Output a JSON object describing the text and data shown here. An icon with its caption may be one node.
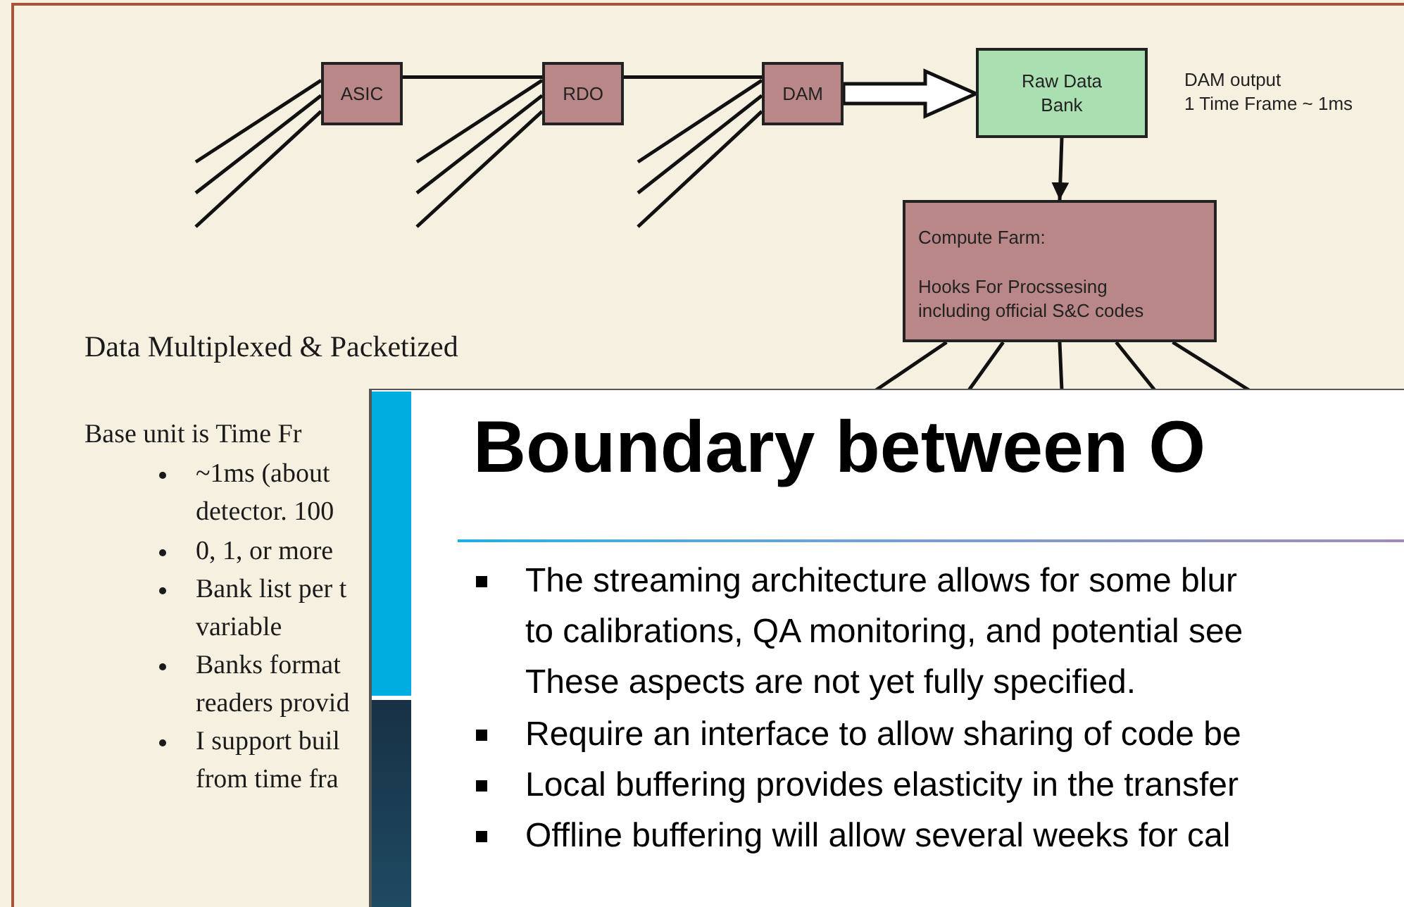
{
  "diagram": {
    "nodes": [
      {
        "text": [
          "ASIC"
        ]
      },
      {
        "text": [
          "RDO"
        ]
      },
      {
        "text": [
          "DAM"
        ]
      },
      {
        "text": [
          "Raw Data Bank"
        ],
        "beside": [
          "DAM output",
          "1 Time Frame ~ 1ms"
        ]
      },
      {
        "text": [
          "Compute Farm:",
          "Hooks For Procssesing including official S&C codes"
        ]
      }
    ],
    "edges": [
      {
        "from": 0,
        "to": 1,
        "arrow": "none"
      },
      {
        "from": 1,
        "to": 2,
        "arrow": "none"
      },
      {
        "from": 2,
        "to": 3,
        "arrow": "to",
        "style": "thick"
      },
      {
        "from": 3,
        "to": 4,
        "arrow": "to"
      },
      {
        "from": null,
        "to": 0,
        "arrow": "none"
      },
      {
        "from": null,
        "to": 0,
        "arrow": "none"
      },
      {
        "from": null,
        "to": 0,
        "arrow": "none"
      },
      {
        "from": null,
        "to": 1,
        "arrow": "none"
      },
      {
        "from": null,
        "to": 1,
        "arrow": "none"
      },
      {
        "from": null,
        "to": 1,
        "arrow": "none"
      },
      {
        "from": null,
        "to": 2,
        "arrow": "none"
      },
      {
        "from": null,
        "to": 2,
        "arrow": "none"
      },
      {
        "from": null,
        "to": 2,
        "arrow": "none"
      },
      {
        "from": 4,
        "to": null,
        "arrow": "none"
      },
      {
        "from": 4,
        "to": null,
        "arrow": "none"
      },
      {
        "from": 4,
        "to": null,
        "arrow": "none"
      },
      {
        "from": 4,
        "to": null,
        "arrow": "none"
      },
      {
        "from": 4,
        "to": null,
        "arrow": "none"
      }
    ],
    "labels": [
      "Data Multiplexed & Packetized",
      "Base unit is Time Fr",
      "~1ms (about",
      "detector. 100",
      "0, 1, or more",
      "Bank list per t",
      "variable",
      "Banks format",
      "readers provid",
      "I support buil",
      "from time fra",
      "Boundary between O",
      "The streaming architecture allows for some blur",
      "to calibrations, QA monitoring, and potential see",
      "These aspects are not yet fully specified.",
      "Require an interface to allow sharing of code be",
      "Local buffering provides elasticity in the transfer",
      "Offline buffering will allow several weeks for cal"
    ]
  }
}
